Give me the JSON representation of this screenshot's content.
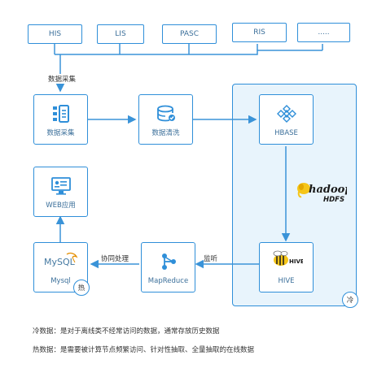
{
  "sources": [
    {
      "label": "HIS"
    },
    {
      "label": "LIS"
    },
    {
      "label": "PASC"
    },
    {
      "label": "RIS"
    },
    {
      "label": "....."
    }
  ],
  "edges": {
    "collect": "数据采集",
    "cooperate": "协同处理",
    "listen": "监听"
  },
  "nodes": {
    "collect": "数据采集",
    "clean": "数据清洗",
    "hbase": "HBASE",
    "web": "WEB应用",
    "mysql": "Mysql",
    "mapreduce": "MapReduce",
    "hive": "HIVE"
  },
  "logos": {
    "hadoop": "hadoop",
    "hdfs": "HDFS",
    "mysql": "MySQL",
    "hive": "HIVE"
  },
  "badges": {
    "hot": "热",
    "cold": "冷"
  },
  "notes": {
    "cold": "冷数据：是对于离线类不经常访问的数据，通常存放历史数据",
    "hot": "热数据：是需要被计算节点频繁访问、针对性抽取、全量抽取的在线数据"
  },
  "colors": {
    "accent": "#2f8fd9",
    "arrow": "#3a93d8",
    "cluster_fill": "#e8f4fc",
    "hadoop_yellow": "#f5c518"
  }
}
